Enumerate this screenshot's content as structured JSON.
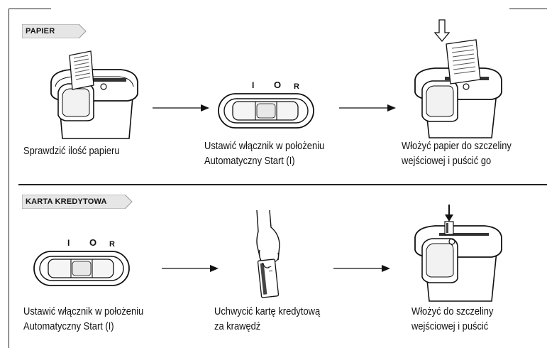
{
  "sections": [
    {
      "title": "PAPIER",
      "steps": [
        {
          "caption_lines": [
            "Sprawdzić ilość papieru"
          ],
          "icon": "shredder-with-paper-icon"
        },
        {
          "caption_lines": [
            "Ustawić włącznik w położeniu",
            "Automatyczny Start (I)"
          ],
          "icon": "power-switch-icon",
          "switch_labels": [
            "I",
            "O",
            "R"
          ]
        },
        {
          "caption_lines": [
            "Włożyć papier do szczeliny",
            "wejściowej i puścić go"
          ],
          "icon": "shredder-insert-paper-icon"
        }
      ]
    },
    {
      "title": "KARTA KREDYTOWA",
      "steps": [
        {
          "caption_lines": [
            "Ustawić włącznik w położeniu",
            "Automatyczny Start (I)"
          ],
          "icon": "power-switch-icon",
          "switch_labels": [
            "I",
            "O",
            "R"
          ]
        },
        {
          "caption_lines": [
            "Uchwycić kartę kredytową",
            "za krawędź"
          ],
          "icon": "hand-holding-card-icon"
        },
        {
          "caption_lines": [
            "Włożyć do szczeliny",
            "wejściowej i puścić"
          ],
          "icon": "shredder-insert-card-icon"
        }
      ]
    }
  ]
}
